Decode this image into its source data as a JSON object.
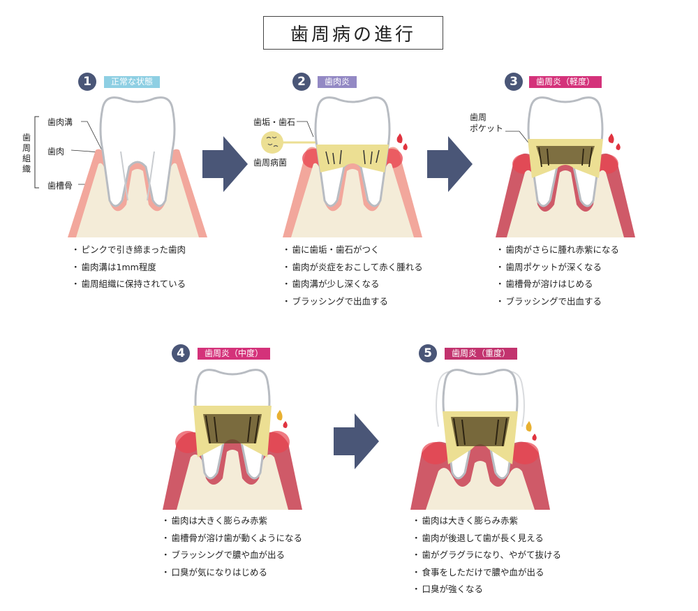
{
  "title": "歯周病の進行",
  "colors": {
    "badge": "#4a5677",
    "tag_normal": "#8ecfe3",
    "tag_gingivitis": "#9389c4",
    "tag_periodontitis": "#d4327a",
    "tag_severe": "#c2336e",
    "gum_healthy": "#f2a79c",
    "gum_inflamed": "#cf5a68",
    "plaque": "#ecdf93",
    "bone": "#f4ecd8",
    "arrow": "#4a5677"
  },
  "stages": [
    {
      "number": "1",
      "label": "正常な状態",
      "bullets": [
        "ピンクで引き締まった歯肉",
        "歯肉溝は1mm程度",
        "歯周組織に保持されている"
      ]
    },
    {
      "number": "2",
      "label": "歯肉炎",
      "bullets": [
        "歯に歯垢・歯石がつく",
        "歯肉が炎症をおこして赤く腫れる",
        "歯肉溝が少し深くなる",
        "ブラッシングで出血する"
      ]
    },
    {
      "number": "3",
      "label": "歯周炎（軽度）",
      "bullets": [
        "歯肉がさらに腫れ赤紫になる",
        "歯周ポケットが深くなる",
        "歯槽骨が溶けはじめる",
        "ブラッシングで出血する"
      ]
    },
    {
      "number": "4",
      "label": "歯周炎（中度）",
      "bullets": [
        "歯肉は大きく膨らみ赤紫",
        "歯槽骨が溶け歯が動くようになる",
        "ブラッシングで膿や血が出る",
        "口臭が気になりはじめる"
      ]
    },
    {
      "number": "5",
      "label": "歯周炎（重度）",
      "bullets": [
        "歯肉は大きく膨らみ赤紫",
        "歯肉が後退して歯が長く見える",
        "歯がグラグラになり、やがて抜ける",
        "食事をしただけで膿や血が出る",
        "口臭が強くなる"
      ]
    }
  ],
  "annotations": {
    "stage1": {
      "group_label": "歯周組織",
      "sulcus": "歯肉溝",
      "gum": "歯肉",
      "bone": "歯槽骨"
    },
    "stage2": {
      "plaque": "歯垢・歯石",
      "bacteria": "歯周病菌"
    },
    "stage3": {
      "pocket": "歯周\nポケット"
    }
  }
}
